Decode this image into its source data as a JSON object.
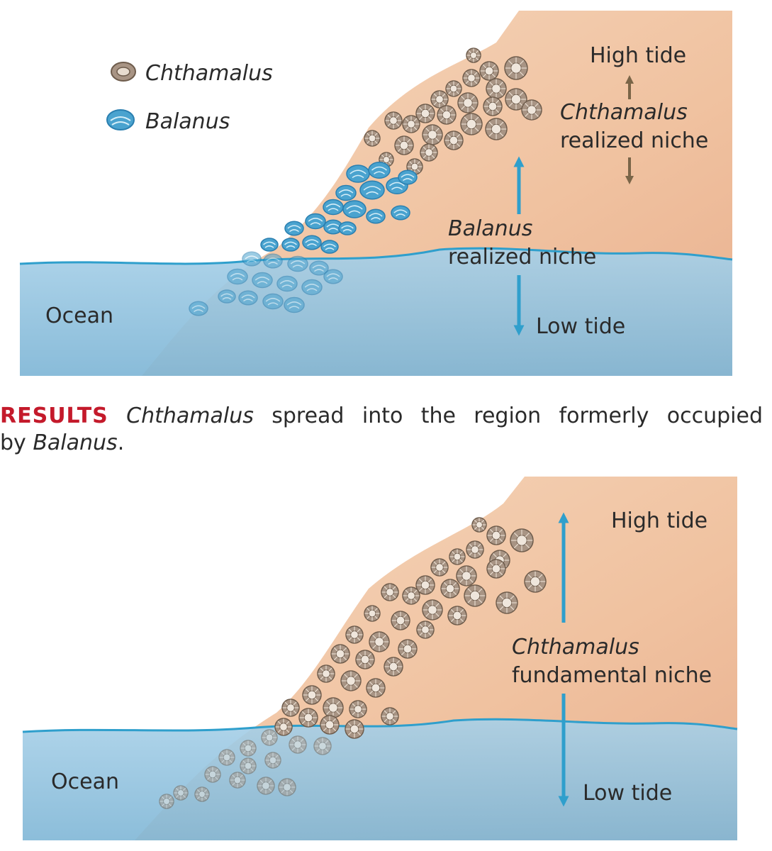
{
  "top_panel": {
    "legend": [
      {
        "label": "Chthamalus",
        "icon": "chthamalus-barnacle-icon",
        "color": "#a89484"
      },
      {
        "label": "Balanus",
        "icon": "balanus-barnacle-icon",
        "color": "#4aa3cf"
      }
    ],
    "ocean_label": "Ocean",
    "high_tide_label": "High tide",
    "low_tide_label": "Low tide",
    "chthamalus_niche": {
      "line1": "Chthamalus",
      "line2": "realized niche",
      "color": "#7a6548"
    },
    "balanus_niche": {
      "line1": "Balanus",
      "line2": "realized niche",
      "color": "#2f9fcc"
    }
  },
  "results": {
    "key": "RESULTS",
    "species1": "Chthamalus",
    "text1": " spread into the region formerly occupied",
    "text2": "by ",
    "species2": "Balanus",
    "text3": "."
  },
  "bottom_panel": {
    "ocean_label": "Ocean",
    "high_tide_label": "High tide",
    "low_tide_label": "Low tide",
    "fundamental_niche": {
      "line1": "Chthamalus",
      "line2": "fundamental niche",
      "color": "#2f9fcc"
    }
  },
  "colors": {
    "rock": "#f2c9a8",
    "water": "#8fc3e0",
    "waterline": "#2f9fcc",
    "chthamalus": "#a89484",
    "balanus": "#4aa3cf"
  }
}
